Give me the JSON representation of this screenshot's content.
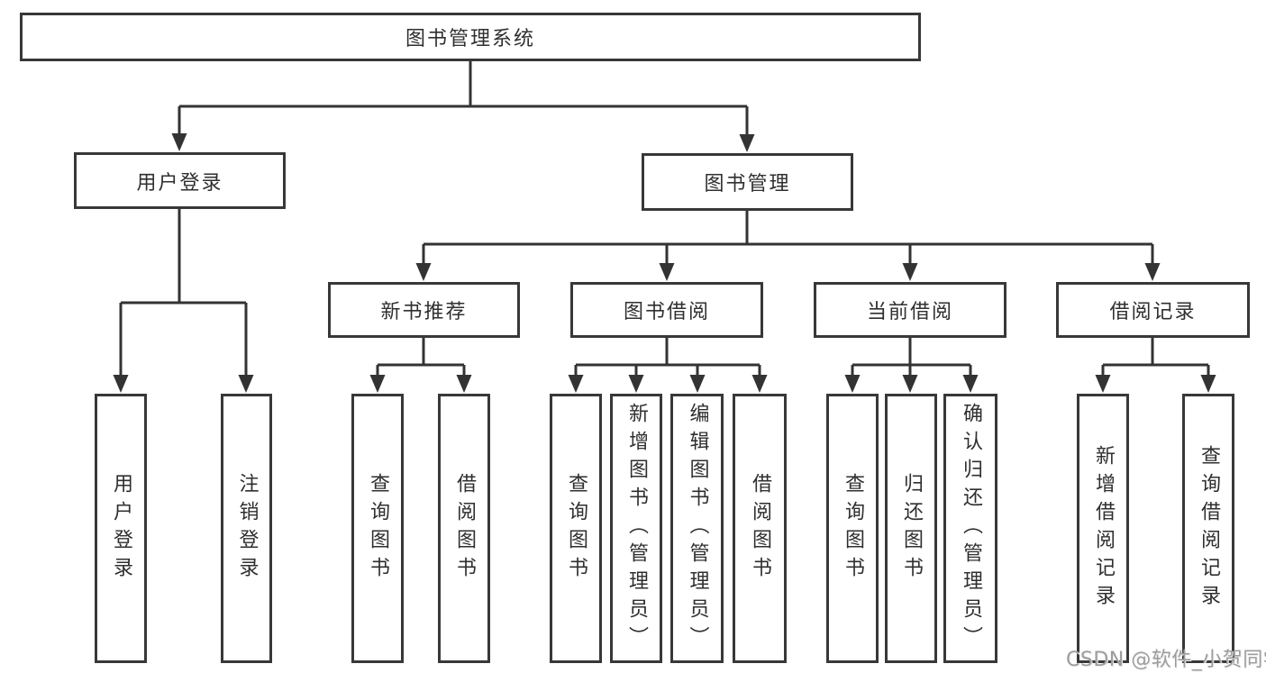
{
  "tree": {
    "label": "图书管理系统",
    "children": [
      {
        "label": "用户登录",
        "children": [
          {
            "label": "用户登录"
          },
          {
            "label": "注销登录"
          }
        ]
      },
      {
        "label": "图书管理",
        "children": [
          {
            "label": "新书推荐",
            "children": [
              {
                "label": "查询图书"
              },
              {
                "label": "借阅图书"
              }
            ]
          },
          {
            "label": "图书借阅",
            "children": [
              {
                "label": "查询图书"
              },
              {
                "label": "新增图书（管理员）"
              },
              {
                "label": "编辑图书（管理员）"
              },
              {
                "label": "借阅图书"
              }
            ]
          },
          {
            "label": "当前借阅",
            "children": [
              {
                "label": "查询图书"
              },
              {
                "label": "归还图书"
              },
              {
                "label": "确认归还（管理员）"
              }
            ]
          },
          {
            "label": "借阅记录",
            "children": [
              {
                "label": "新增借阅记录"
              },
              {
                "label": "查询借阅记录"
              }
            ]
          }
        ]
      }
    ]
  },
  "watermark": "CSDN @软件_小贺同学",
  "colors": {
    "line": "#333333",
    "border": "#383838",
    "text": "#2f2f2f",
    "background": "#ffffff",
    "watermark": "#9d9d9d"
  }
}
